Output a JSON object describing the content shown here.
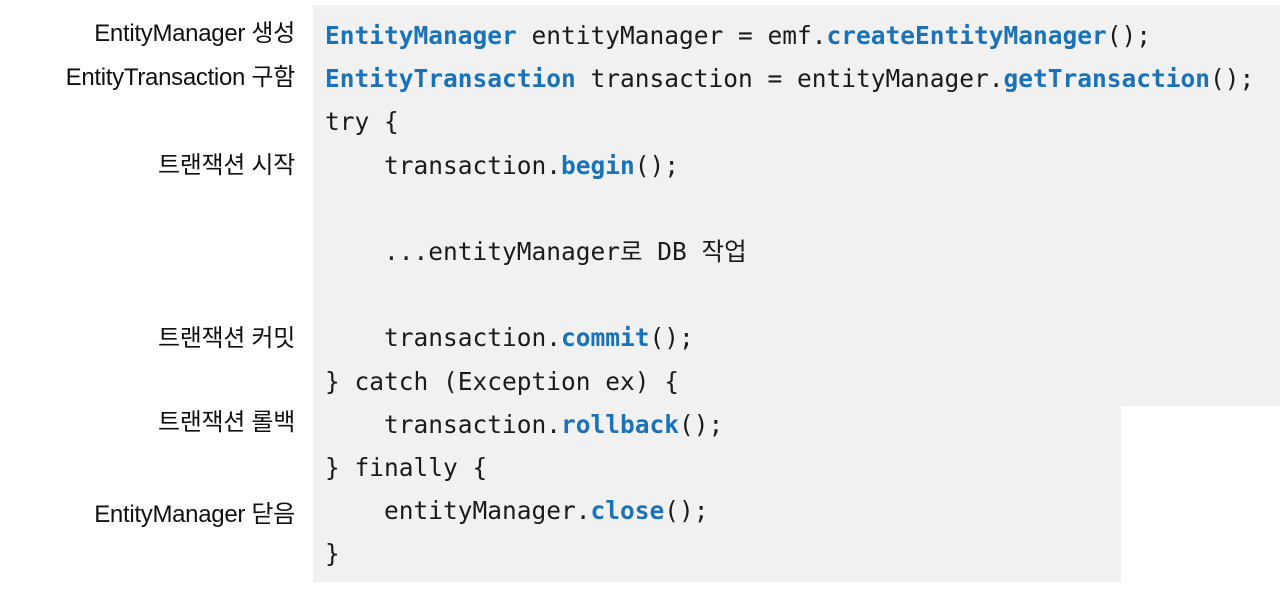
{
  "colors": {
    "code_background": "#f1f1f2",
    "keyword_blue": "#1a73b9",
    "code_text": "#1b1b1b",
    "annotation_text": "#111111",
    "page_background": "#ffffff"
  },
  "annotations": [
    {
      "label": "EntityManager 생성"
    },
    {
      "label": "EntityTransaction 구함"
    },
    {
      "label": "트랜잭션 시작"
    },
    {
      "label": "트랜잭션 커밋"
    },
    {
      "label": "트랜잭션 롤백"
    },
    {
      "label": "EntityManager 닫음"
    }
  ],
  "code": {
    "language": "java",
    "lines": [
      {
        "segments": [
          {
            "text": "EntityManager",
            "style": "keyword"
          },
          {
            "text": " entityManager = emf."
          },
          {
            "text": "createEntityManager",
            "style": "keyword"
          },
          {
            "text": "();"
          }
        ]
      },
      {
        "segments": [
          {
            "text": "EntityTransaction",
            "style": "keyword"
          },
          {
            "text": " transaction = entityManager."
          },
          {
            "text": "getTransaction",
            "style": "keyword"
          },
          {
            "text": "();"
          }
        ]
      },
      {
        "segments": [
          {
            "text": "try {"
          }
        ]
      },
      {
        "segments": [
          {
            "text": "    transaction."
          },
          {
            "text": "begin",
            "style": "keyword"
          },
          {
            "text": "();"
          }
        ]
      },
      {
        "segments": []
      },
      {
        "segments": [
          {
            "text": "    ...entityManager로 DB 작업"
          }
        ]
      },
      {
        "segments": []
      },
      {
        "segments": [
          {
            "text": "    transaction."
          },
          {
            "text": "commit",
            "style": "keyword"
          },
          {
            "text": "();"
          }
        ]
      },
      {
        "segments": [
          {
            "text": "} catch (Exception ex) {"
          }
        ]
      },
      {
        "segments": [
          {
            "text": "    transaction."
          },
          {
            "text": "rollback",
            "style": "keyword"
          },
          {
            "text": "();"
          }
        ]
      },
      {
        "segments": [
          {
            "text": "} finally {"
          }
        ]
      },
      {
        "segments": [
          {
            "text": "    entityManager."
          },
          {
            "text": "close",
            "style": "keyword"
          },
          {
            "text": "();"
          }
        ]
      },
      {
        "segments": [
          {
            "text": "}"
          }
        ]
      }
    ]
  }
}
